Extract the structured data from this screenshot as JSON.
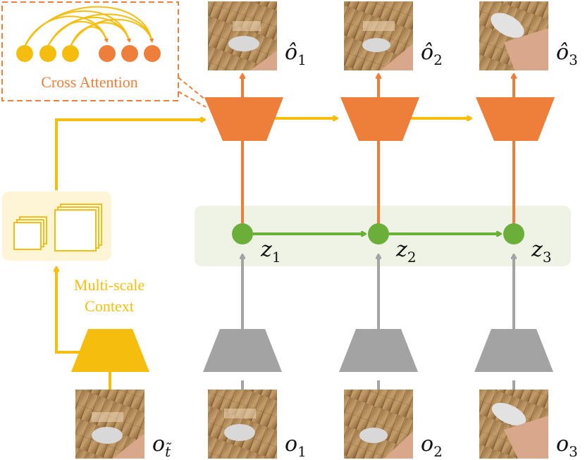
{
  "colors": {
    "yellow": "#F5BE0F",
    "orange": "#EE7F3A",
    "green": "#6BAF3A",
    "gray": "#A3A3A3",
    "green_band": "#EEF3E6",
    "context_box": "#FEF4D6"
  },
  "inset": {
    "caption": "Cross Attention"
  },
  "context": {
    "caption_line1": "Multi-scale",
    "caption_line2": "Context"
  },
  "predictions": [
    {
      "symbol": "ô",
      "sub": "1"
    },
    {
      "symbol": "ô",
      "sub": "2"
    },
    {
      "symbol": "ô",
      "sub": "3"
    }
  ],
  "latents": [
    {
      "symbol": "z",
      "sub": "1"
    },
    {
      "symbol": "z",
      "sub": "2"
    },
    {
      "symbol": "z",
      "sub": "3"
    }
  ],
  "inputs": [
    {
      "symbol": "o",
      "sub": "1"
    },
    {
      "symbol": "o",
      "sub": "2"
    },
    {
      "symbol": "o",
      "sub": "3"
    }
  ],
  "context_frame": {
    "symbol": "o",
    "sub": "t̃"
  }
}
